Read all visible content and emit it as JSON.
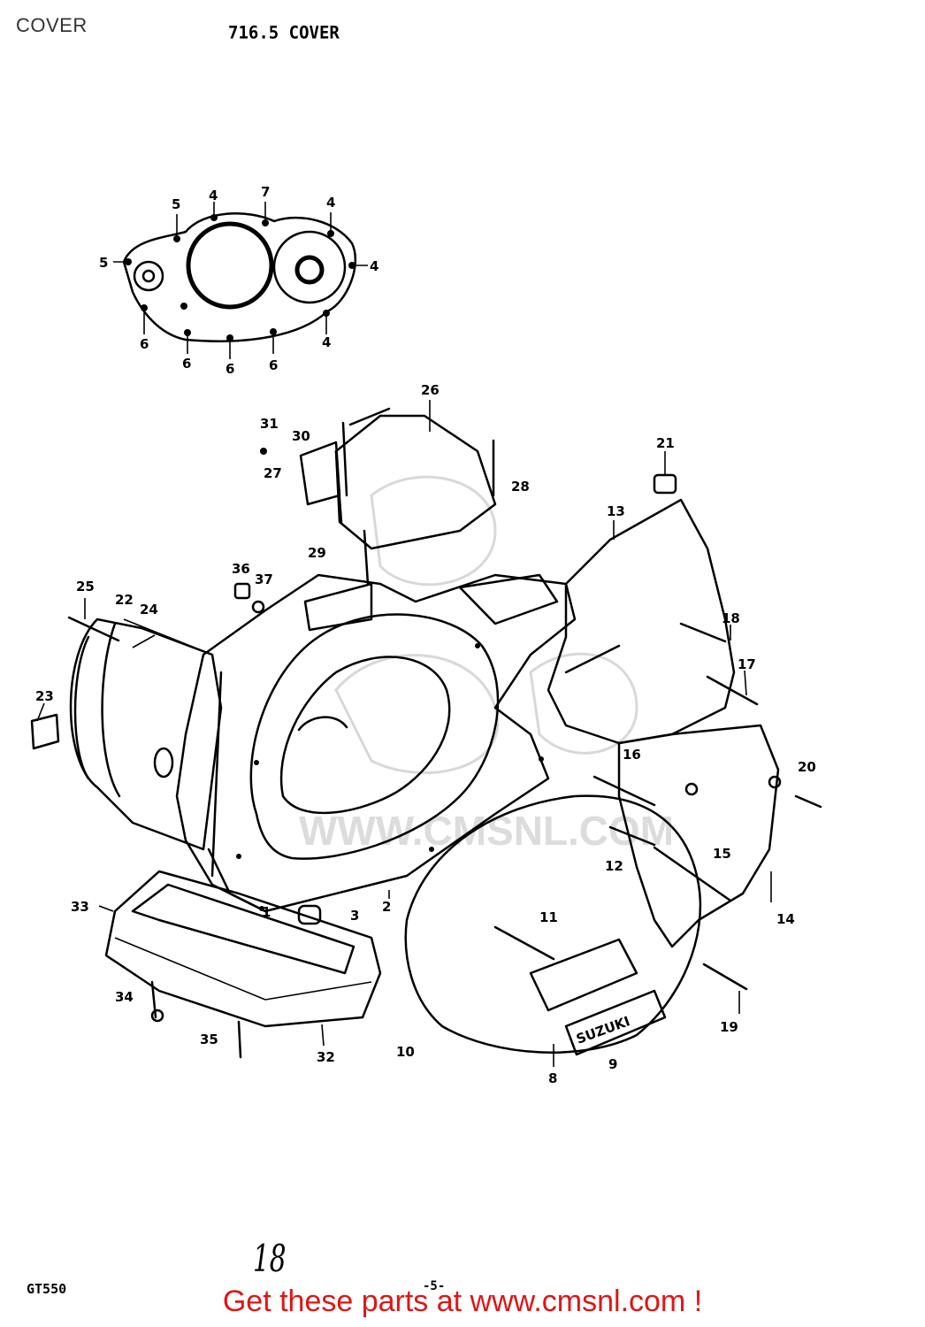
{
  "header": {
    "page_title": "COVER",
    "figure_title": "716.5  COVER"
  },
  "diagram": {
    "watermark_text": "WWW.CMSNL.COM",
    "part_callouts": [
      "1",
      "2",
      "3",
      "4",
      "5",
      "6",
      "7",
      "8",
      "9",
      "10",
      "11",
      "12",
      "13",
      "14",
      "15",
      "16",
      "17",
      "18",
      "19",
      "20",
      "21",
      "22",
      "23",
      "24",
      "25",
      "26",
      "27",
      "28",
      "29",
      "30",
      "31",
      "32",
      "33",
      "34",
      "35",
      "36",
      "37"
    ],
    "emblem_text": "SUZUKI"
  },
  "footer": {
    "model": "GT550",
    "page_number": "-5-",
    "handwritten_note": "18",
    "link_text": "Get these parts at www.cmsnl.com !",
    "link_color": "#e01515"
  }
}
